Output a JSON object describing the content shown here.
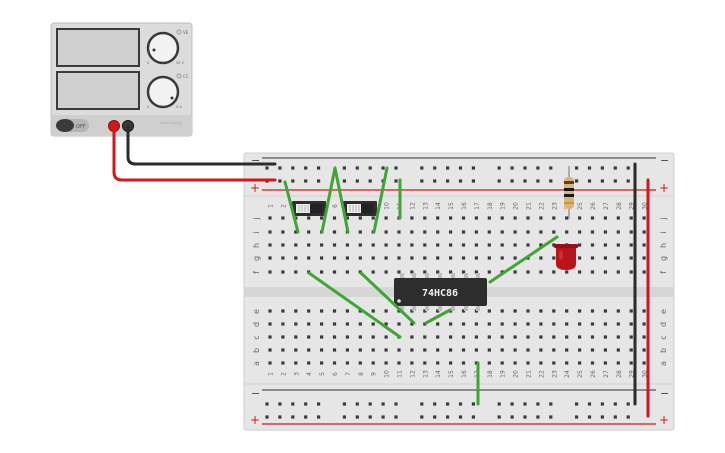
{
  "power_supply": {
    "knob_voltage_label": "VE",
    "knob_current_label": "CC",
    "voltage_min": "0",
    "voltage_max": "30 V",
    "current_min": "0",
    "current_max": "5 A",
    "power_switch_label": "OFF",
    "brand": "Multi Supply"
  },
  "breadboard": {
    "column_numbers": [
      "1",
      "2",
      "3",
      "4",
      "5",
      "6",
      "7",
      "8",
      "9",
      "10",
      "11",
      "12",
      "13",
      "14",
      "15",
      "16",
      "17",
      "18",
      "19",
      "20",
      "21",
      "22",
      "23",
      "24",
      "25",
      "26",
      "27",
      "28",
      "29",
      "30"
    ],
    "row_letters_top": [
      "j",
      "i",
      "h",
      "g",
      "f"
    ],
    "row_letters_bottom": [
      "e",
      "d",
      "c",
      "b",
      "a"
    ],
    "rail_minus": "−",
    "rail_plus": "+"
  },
  "ic": {
    "label": "74HC86"
  },
  "colors": {
    "wire_green": "#3fa535",
    "wire_red": "#d4161a",
    "wire_black": "#2b2b2b",
    "led_red": "#b8141b",
    "board": "#e6e6e6"
  }
}
